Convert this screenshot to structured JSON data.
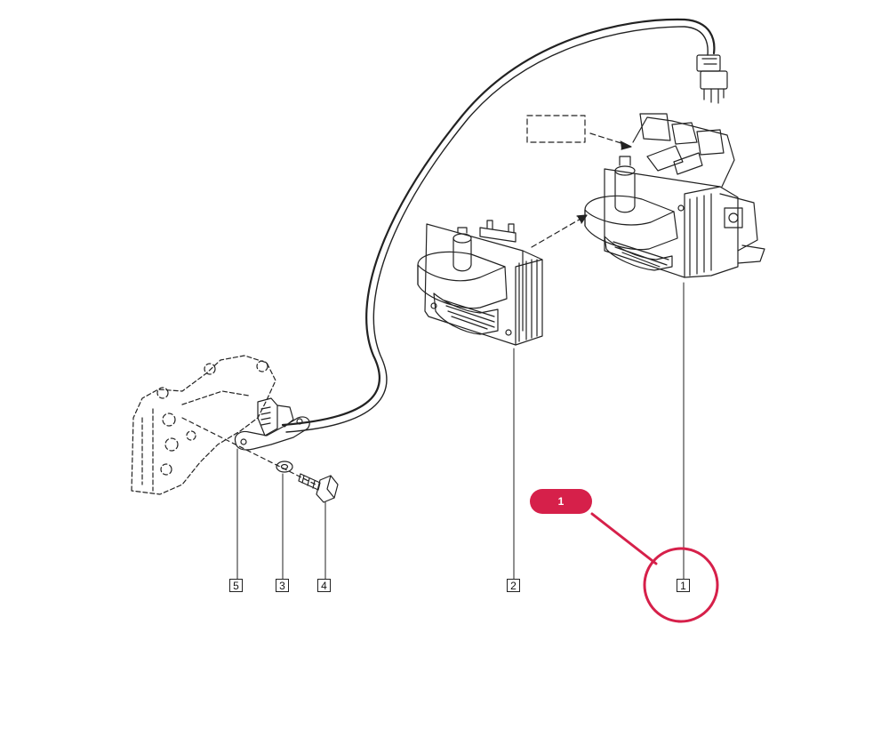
{
  "diagram": {
    "part_labels": [
      "5",
      "3",
      "4",
      "2",
      "1"
    ],
    "badge": {
      "text": "1",
      "color": "#d6204a"
    },
    "highlight_color": "#d6204a",
    "line_color": "#222222"
  }
}
